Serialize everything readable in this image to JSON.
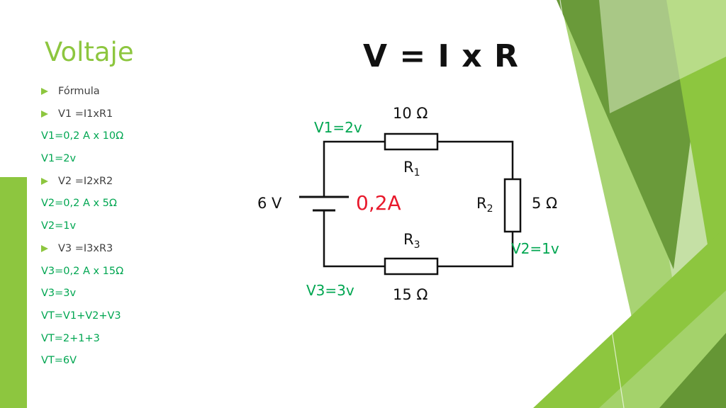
{
  "title": "Voltaje",
  "formula": "V = I x R",
  "items": [
    {
      "text": "Fórmula",
      "bullet": true
    },
    {
      "text": "V1 =I1xR1",
      "bullet": true
    },
    {
      "text": "V1=0,2 A x 10Ω",
      "bullet": false
    },
    {
      "text": "V1=2v",
      "bullet": false
    },
    {
      "text": "V2 =I2xR2",
      "bullet": true
    },
    {
      "text": "V2=0,2 A x 5Ω",
      "bullet": false
    },
    {
      "text": "V2=1v",
      "bullet": false
    },
    {
      "text": "V3 =I3xR3",
      "bullet": true
    },
    {
      "text": "V3=0,2 A x 15Ω",
      "bullet": false
    },
    {
      "text": "V3=3v",
      "bullet": false
    },
    {
      "text": "VT=V1+V2+V3",
      "bullet": false
    },
    {
      "text": "VT=2+1+3",
      "bullet": false
    },
    {
      "text": "VT=6V",
      "bullet": false
    }
  ],
  "circuit": {
    "source": "6 V",
    "current": "0,2A",
    "r1_label": "R",
    "r1_sub": "1",
    "r1_value": "10 Ω",
    "r2_label": "R",
    "r2_sub": "2",
    "r2_value": "5 Ω",
    "r3_label": "R",
    "r3_sub": "3",
    "r3_value": "15 Ω",
    "v1": "V1=2v",
    "v2": "V2=1v",
    "v3": "V3=3v"
  },
  "colors": {
    "accent": "#8dc63f",
    "green_text": "#00a651",
    "current_red": "#e8192c"
  }
}
